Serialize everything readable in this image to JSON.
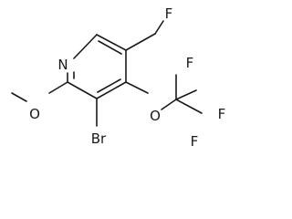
{
  "molecule": {
    "atoms": {
      "n_ring": "N",
      "o_methoxy": "O",
      "br": "Br",
      "o_ocf3": "O",
      "f_ch2f": "F",
      "f_cf3_top": "F",
      "f_cf3_right": "F",
      "f_cf3_bottom": "F"
    }
  }
}
